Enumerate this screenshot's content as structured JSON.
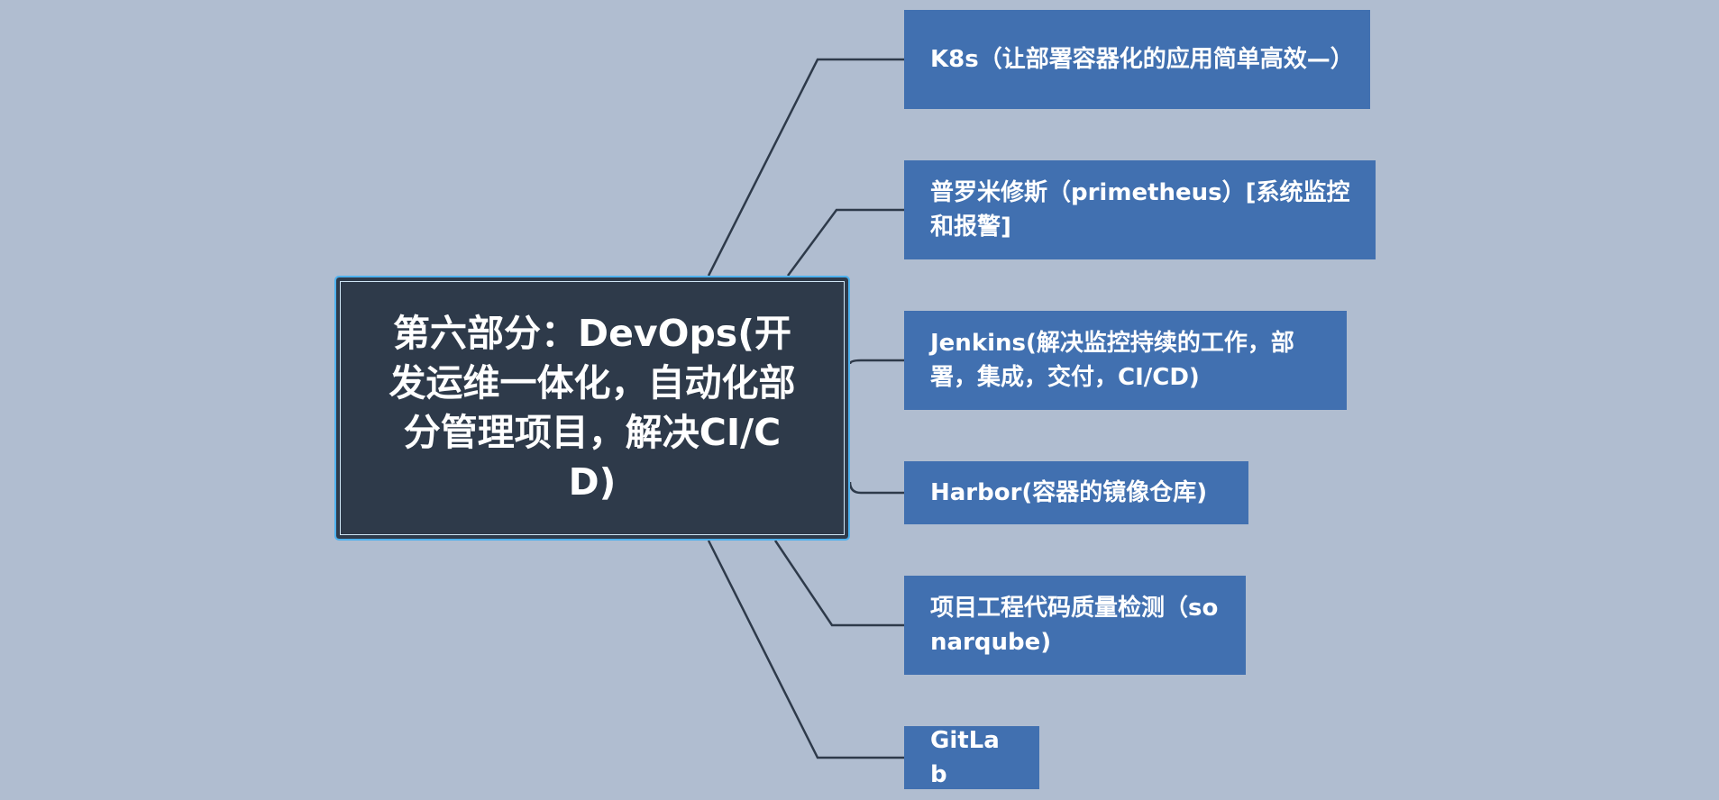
{
  "mindmap": {
    "central_topic": "第六部分：DevOps(开发运维一体化，自动化部分管理项目，解决CI/CD)",
    "subtopics": [
      "K8s（让部署容器化的应用简单高效—）",
      "普罗米修斯（primetheus）[系统监控和报警]",
      "Jenkins(解决监控持续的工作，部署，集成，交付，CI/CD)",
      "Harbor(容器的镜像仓库)",
      "项目工程代码质量检测（sonarqube)",
      "GitLab"
    ]
  },
  "colors": {
    "background": "#b0bdd0",
    "central_fill": "#2e3a4a",
    "central_border": "#4db1ee",
    "subtopic_fill": "#4170b0",
    "connector": "#2e3a4a",
    "text": "#ffffff"
  }
}
